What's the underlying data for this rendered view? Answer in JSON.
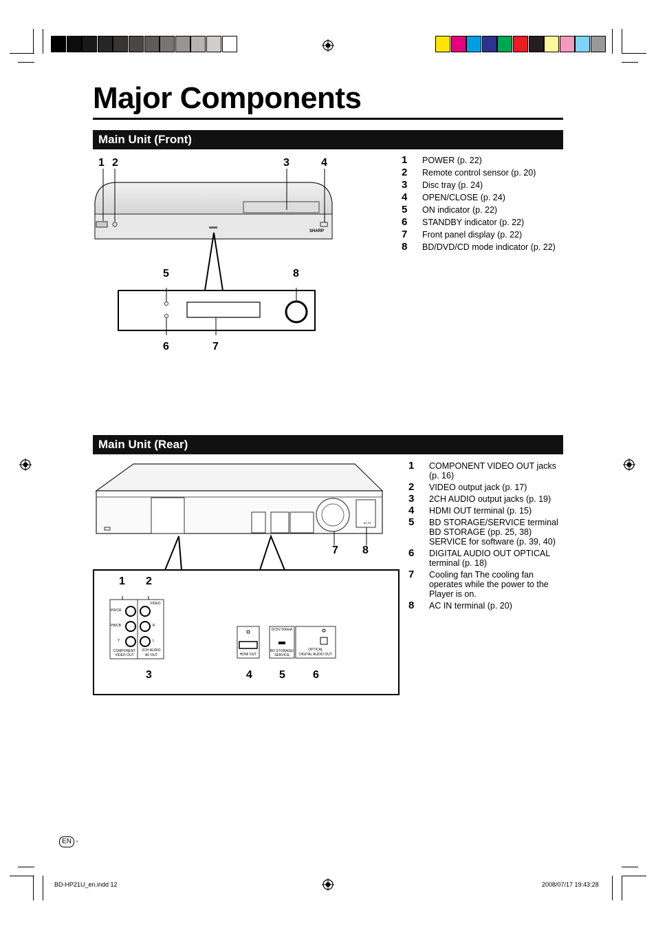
{
  "title": "Major Components",
  "front": {
    "header": "Main Unit (Front)",
    "items": [
      {
        "n": "1",
        "text": "POWER (p. 22)"
      },
      {
        "n": "2",
        "text": "Remote control sensor (p. 20)"
      },
      {
        "n": "3",
        "text": "Disc tray (p. 24)"
      },
      {
        "n": "4",
        "text": "OPEN/CLOSE (p. 24)"
      },
      {
        "n": "5",
        "text": "ON indicator (p. 22)"
      },
      {
        "n": "6",
        "text": "STANDBY indicator (p. 22)"
      },
      {
        "n": "7",
        "text": "Front panel display (p. 22)"
      },
      {
        "n": "8",
        "text": "BD/DVD/CD mode indicator (p. 22)"
      }
    ],
    "callouts": {
      "c1": "1",
      "c2": "2",
      "c3": "3",
      "c4": "4",
      "c5": "5",
      "c8": "8",
      "c6": "6",
      "c7": "7"
    },
    "device_brand": "SHARP"
  },
  "rear": {
    "header": "Main Unit (Rear)",
    "items": [
      {
        "n": "1",
        "text": "COMPONENT VIDEO OUT jacks (p. 16)"
      },
      {
        "n": "2",
        "text": "VIDEO output jack (p. 17)"
      },
      {
        "n": "3",
        "text": "2CH AUDIO output jacks (p. 19)"
      },
      {
        "n": "4",
        "text": "HDMI OUT terminal (p. 15)"
      },
      {
        "n": "5",
        "text": "BD STORAGE/SERVICE terminal BD STORAGE (pp. 25, 38) SERVICE for software (p. 39, 40)"
      },
      {
        "n": "6",
        "text": "DIGITAL AUDIO OUT OPTICAL terminal (p. 18)"
      },
      {
        "n": "7",
        "text": "Cooling fan The cooling fan operates while the power to the Player is on."
      },
      {
        "n": "8",
        "text": "AC IN terminal (p. 20)"
      }
    ],
    "callouts": {
      "c7": "7",
      "c8": "8",
      "c1": "1",
      "c2": "2",
      "c3": "3",
      "c4": "4",
      "c5": "5",
      "c6": "6"
    },
    "panel_labels": {
      "pr": "PR/CR",
      "pb": "PB/CB",
      "y": "Y",
      "video": "VIDEO",
      "r": "R",
      "l": "L",
      "component": "COMPONENT VIDEO OUT",
      "audio": "2CH AUDIO",
      "avout": "AV OUT",
      "hdmi": "HDMI OUT",
      "dc": "DC5V 500mA",
      "storage": "BD STORAGE/ SERVICE",
      "optical": "OPTICAL",
      "digital": "DIGITAL AUDIO OUT",
      "acin": "AC IN"
    }
  },
  "footer": {
    "page_badge": "EN",
    "page_sep": "-",
    "file": "BD-HP21U_en.indd   12",
    "stamp": "2008/07/17   19:43:28"
  },
  "colors": {
    "gray_bar": [
      "#000000",
      "#0d0d0d",
      "#1a1a1a",
      "#262626",
      "#3a3535",
      "#4d4646",
      "#615a5a",
      "#7b7474",
      "#9a9393",
      "#b8b2b2",
      "#d3cece",
      "#ffffff"
    ],
    "color_bar": [
      "#ffe600",
      "#e6007e",
      "#009fe3",
      "#2e3192",
      "#00a651",
      "#ed1c24",
      "#231f20",
      "#fff799",
      "#f49ac1",
      "#7fd3f7",
      "#999999"
    ]
  }
}
